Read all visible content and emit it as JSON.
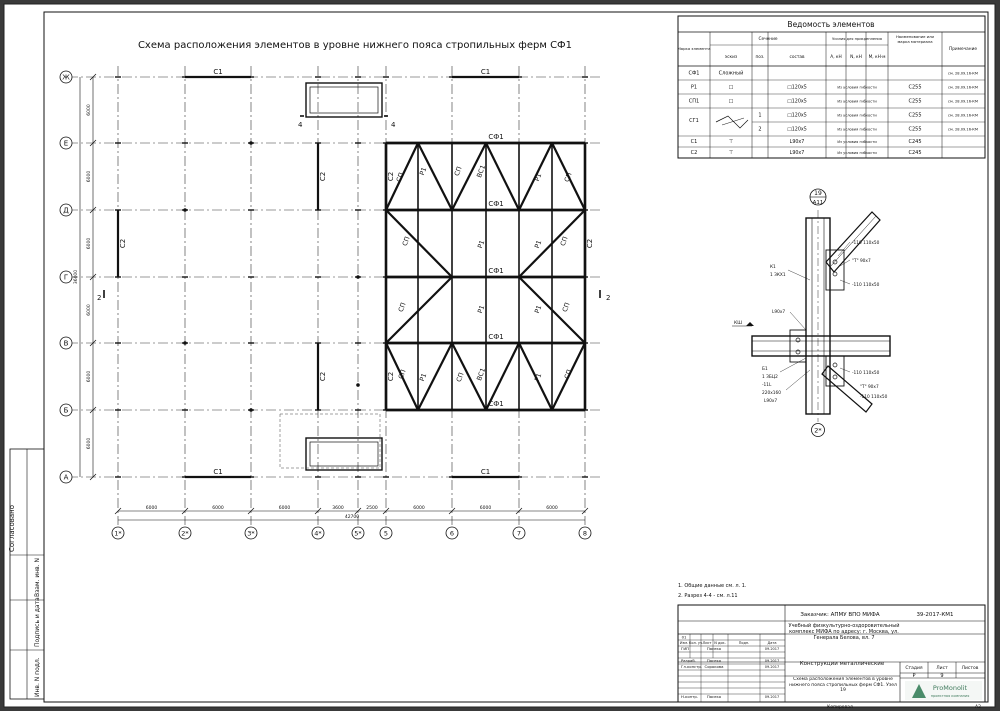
{
  "drawing": {
    "title": "Схема расположения элементов в уровне нижнего пояса стропильных ферм СФ1",
    "row_axes": [
      "Ж",
      "Е",
      "Д",
      "Г",
      "В",
      "Б",
      "А"
    ],
    "row_dims": [
      "6000",
      "6000",
      "6000",
      "6000",
      "6000",
      "6000"
    ],
    "row_total": "36000",
    "col_axes": [
      "1*",
      "2*",
      "3*",
      "4*",
      "5*",
      "5",
      "6",
      "7",
      "8"
    ],
    "col_dims": [
      "6000",
      "6000",
      "6000",
      "3600",
      "2500",
      "6000",
      "6000",
      "6000"
    ],
    "col_total": "42700",
    "labels": {
      "c1": "С1",
      "c2": "С2",
      "sf1": "СФ1",
      "sp": "СП",
      "p1": "Р1",
      "vs1": "ВС1",
      "cut4": "4",
      "cut2": "2"
    }
  },
  "node_detail": {
    "axis_label": "2*",
    "callout_num": "19",
    "callout_sheet": "А11",
    "annotations": [
      "-110 110x50",
      "\"Т\" 90x7",
      "-110 110x50",
      "К1",
      "1 ЗКХ1",
      "L90x7",
      "Б1",
      "1 ЗБЦ2",
      "-11L",
      "220x160",
      "L90x7",
      "-110 110x50",
      "\"Т\" 90x7",
      "-110 110x50",
      "КШ"
    ]
  },
  "vedomost": {
    "title": "Ведомость элементов",
    "header": {
      "mark": "Марка элемента",
      "section": "Сечение",
      "sketch": "эскиз",
      "pos": "поз.",
      "composition": "состав",
      "forces": "Усилия для прикрепления",
      "a": "А, кН",
      "n": "N, кН",
      "m": "М, кН·м",
      "material": "Наименование или марка материала",
      "note": "Примечание"
    },
    "rows": [
      {
        "mark": "СФ1",
        "sketch": "Сложный",
        "pos": "",
        "comp": "",
        "forces": "",
        "material": "",
        "note": "см. 28.09.16-КМ"
      },
      {
        "mark": "Р1",
        "sketch": "□",
        "pos": "",
        "comp": "□120х5",
        "forces": "Из условия гибкости",
        "material": "С255",
        "note": "см. 28.09.16-КМ"
      },
      {
        "mark": "СП1",
        "sketch": "□",
        "pos": "",
        "comp": "□120х5",
        "forces": "Из условия гибкости",
        "material": "С255",
        "note": "см. 28.09.16-КМ"
      },
      {
        "mark": "СГ1",
        "sketch": "",
        "pos": "1",
        "comp": "□120х5",
        "forces": "Из условия гибкости",
        "material": "С255",
        "note": "см. 28.09.16-КМ"
      },
      {
        "mark": "",
        "sketch": "",
        "pos": "2",
        "comp": "□120х5",
        "forces": "Из условия гибкости",
        "material": "С255",
        "note": "см. 28.09.16-КМ"
      },
      {
        "mark": "С1",
        "sketch": "⊤",
        "pos": "",
        "comp": "L90x7",
        "forces": "Из условия гибкости",
        "material": "С245",
        "note": ""
      },
      {
        "mark": "С2",
        "sketch": "⊤",
        "pos": "",
        "comp": "L90x7",
        "forces": "Из условия гибкости",
        "material": "С245",
        "note": ""
      }
    ]
  },
  "notes": [
    "1. Общие данные см. л. 1.",
    "2. Разрез 4-4 - см. л.11"
  ],
  "side_stamp": {
    "agreed": "Согласовано",
    "cells": [
      "Взам. инв. N",
      "Подпись и дата",
      "Инв. N подл."
    ]
  },
  "title_block": {
    "code": "Заказчик: АПМУ ВПО МИФА",
    "doc_number": "39-2017-КМ1",
    "object": "Учебный физкультурно-оздоровительный комплекс МИФА по адресу: г. Москва, ул. Генерала Белова, вл. 7",
    "section": "Конструкции металлические",
    "sheet_title": "Схема расположения элементов в уровне нижнего пояса стропильных ферм СФ1. Узел 19",
    "stage_label": "Стадия",
    "sheet_label": "Лист",
    "sheets_label": "Листов",
    "stage": "Р",
    "sheet": "9",
    "sheets": "",
    "rev_headers": [
      "Изм.",
      "Кол. уч.",
      "Лист",
      "N док.",
      "Подп.",
      "Дата"
    ],
    "people": [
      {
        "role": "ГИП",
        "name": "Пасеко",
        "date": "09.2017"
      },
      {
        "role": "Разраб.",
        "name": "Пасеко",
        "date": "09.2017"
      },
      {
        "role": "Гл.констр.",
        "name": "Сорокова",
        "date": "09.2017"
      },
      {
        "role": "Н.контр.",
        "name": "Пасеко",
        "date": "09.2017"
      }
    ],
    "rev_num": "01",
    "copied": "Копировал",
    "format": "А2",
    "company_logo": "ProMonolit",
    "company_sub": "проектная компания"
  },
  "colors": {
    "background": "#ffffff",
    "frame": "#3a3a3a",
    "lines": "#111111",
    "logo": "#4a8c6a"
  }
}
